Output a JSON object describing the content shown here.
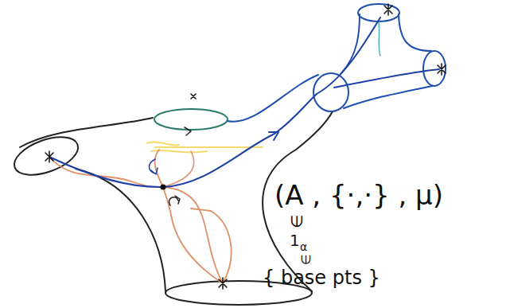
{
  "diagram": {
    "labels": [
      "(A , {·,·} , μ)",
      "∋",
      "1",
      "α",
      "∈",
      "{ base pts }"
    ]
  }
}
